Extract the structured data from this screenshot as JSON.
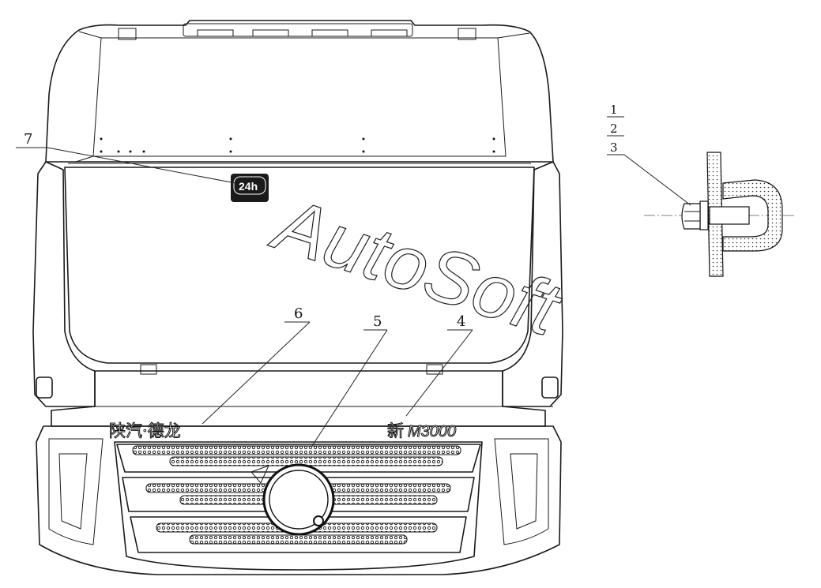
{
  "watermark": "AutoSoft",
  "callouts": {
    "c1": "1",
    "c2": "2",
    "c3": "3",
    "c4": "4",
    "c5": "5",
    "c6": "6",
    "c7": "7"
  },
  "badge": {
    "text": "24h"
  },
  "brand": {
    "chinese_name": "陕汽·德龙",
    "model_prefix": "新",
    "model_name": "M3000"
  }
}
